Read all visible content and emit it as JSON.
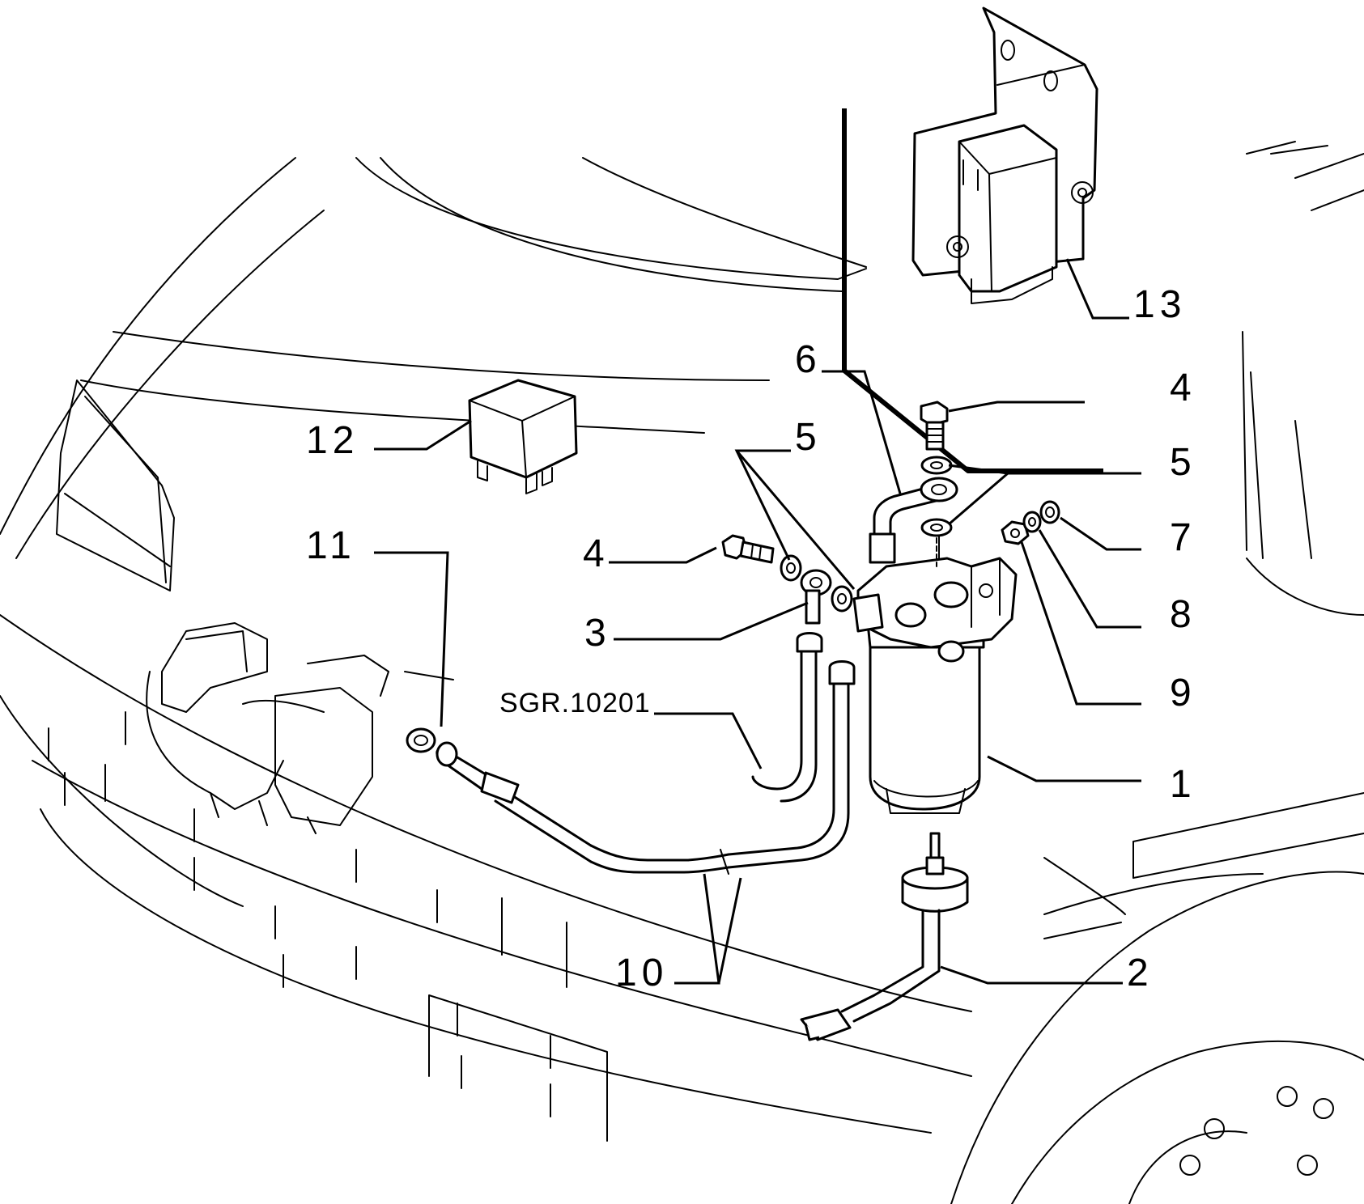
{
  "diagram": {
    "reference_code": "SGR.10201",
    "labels": {
      "p1": "1",
      "p2": "2",
      "p3": "3",
      "p4_top": "4",
      "p4_left": "4",
      "p5_top": "5",
      "p5_right": "5",
      "p6": "6",
      "p7": "7",
      "p8": "8",
      "p9": "9",
      "p10": "10",
      "p11": "11",
      "p12": "12",
      "p13": "13"
    }
  }
}
